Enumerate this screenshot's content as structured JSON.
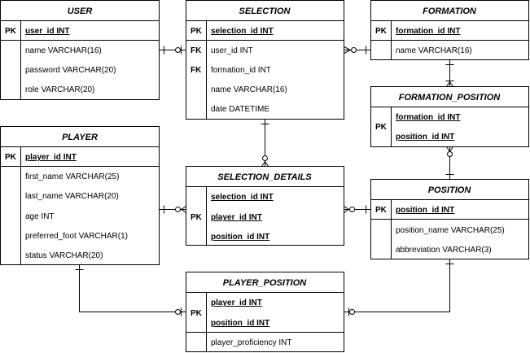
{
  "colors": {
    "line": "#000000",
    "background": "#ffffff"
  },
  "entities": {
    "user": {
      "title": "USER",
      "pk_label": "PK",
      "pk_field": "user_id INT",
      "fields": [
        "name VARCHAR(16)",
        "password VARCHAR(20)",
        "role VARCHAR(20)"
      ]
    },
    "selection": {
      "title": "SELECTION",
      "pk_label": "PK",
      "pk_field": "selection_id INT",
      "fk_label": "FK",
      "fields": [
        "user_id INT",
        "formation_id INT",
        "name VARCHAR(16)",
        "date DATETIME"
      ]
    },
    "formation": {
      "title": "FORMATION",
      "pk_label": "PK",
      "pk_field": "formation_id INT",
      "fields": [
        "name VARCHAR(16)"
      ]
    },
    "formation_position": {
      "title": "FORMATION_POSITION",
      "pk_label": "PK",
      "pk_fields": [
        "formation_id INT",
        "position_id INT"
      ]
    },
    "player": {
      "title": "PLAYER",
      "pk_label": "PK",
      "pk_field": "player_id INT",
      "fields": [
        "first_name VARCHAR(25)",
        "last_name VARCHAR(20)",
        "age INT",
        "preferred_foot VARCHAR(1)",
        "status VARCHAR(20)"
      ]
    },
    "selection_details": {
      "title": "SELECTION_DETAILS",
      "pk_label": "PK",
      "pk_fields": [
        "selection_id INT",
        "player_id INT",
        "position_id INT"
      ]
    },
    "position": {
      "title": "POSITION",
      "pk_label": "PK",
      "pk_field": "position_id INT",
      "fields": [
        "position_name VARCHAR(25)",
        "abbreviation VARCHAR(3)"
      ]
    },
    "player_position": {
      "title": "PLAYER_POSITION",
      "pk_label": "PK",
      "pk_fields": [
        "player_id INT",
        "position_id INT"
      ],
      "fields": [
        "player_proficiency INT"
      ]
    }
  }
}
